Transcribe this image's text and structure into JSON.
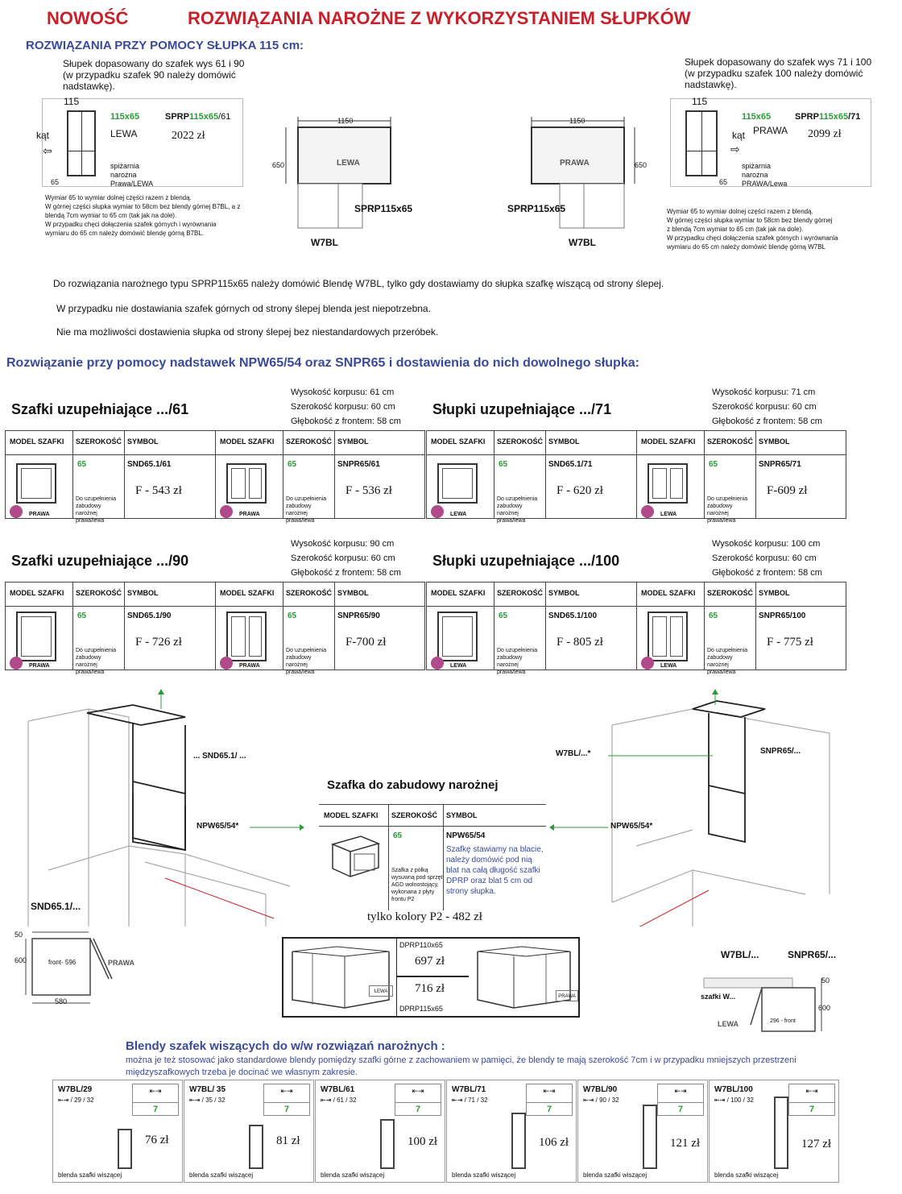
{
  "header": {
    "nowosc": "NOWOŚĆ",
    "title": "ROZWIĄZANIA NAROŻNE Z WYKORZYSTANIEM SŁUPKÓW"
  },
  "section1": {
    "title": "ROZWIĄZANIA PRZY POMOCY SŁUPKA 115 cm:",
    "left_desc": "Słupek dopasowany do szafek wys 61 i 90 (w przypadku szafek 90 należy domówić nadstawkę).",
    "right_desc": "Słupek dopasowany do szafek wys 71 i 100 (w przypadku szafek 100 należy domówić nadstawkę).",
    "left_card": {
      "dim_top": "115",
      "dim_bottom": "65",
      "kat": "kąt",
      "width": "115x65",
      "symbol_a": "SPRP",
      "symbol_b": "115x65",
      "symbol_c": "/61",
      "side": "LEWA",
      "price": "2022 zł",
      "desc": "spiżarnia narożna Prawa/LEWA"
    },
    "right_card": {
      "dim_top": "115",
      "dim_bottom": "65",
      "kat": "kąt",
      "width": "115x65",
      "symbol_a": "SPRP",
      "symbol_b": "115x65",
      "symbol_c": "/71",
      "side": "PRAWA",
      "price": "2099 zł",
      "desc": "spiżarnia narożna PRAWA/Lewa"
    },
    "left_notes": [
      "Wymiar 65 to wymiar dolnej części razem z blendą.",
      "W górnej części słupka wymiar to 58cm bez blendy górnej B7BL, a z",
      "blendą 7cm wymiar to 65 cm (tak jak na dole).",
      "W przypadku chęci dołączenia szafek górnych i wyrównania",
      "wymiaru do 65 cm należy domówić blendę górną B7BL."
    ],
    "right_notes": [
      "Wymiar 65 to wymiar dolnej części razem z blendą.",
      "W górnej części słupka wymiar to 58cm bez blendy górnej",
      "z blendą 7cm wymiar to 65 cm (tak jak na dole).",
      "W przypadku chęci dołączenia szafek górnych i wyrównania",
      "wymiaru do 65 cm należy domówić blendę górną W7BL"
    ],
    "plan_left": {
      "width": "1150",
      "depth": "650",
      "label": "LEWA",
      "code": "SPRP115x65",
      "blend": "W7BL"
    },
    "plan_right": {
      "width": "1150",
      "depth": "650",
      "label": "PRAWA",
      "code": "SPRP115x65",
      "blend": "W7BL"
    },
    "info": [
      "Do rozwiązania narożnego typu SPRP115x65 należy domówić Blendę W7BL, tylko gdy dostawiamy do słupka szafkę wiszącą od strony ślepej.",
      "W przypadku nie dostawiania szafek górnych od strony ślepej blenda jest niepotrzebna.",
      "Nie ma możliwości dostawienia słupka od strony ślepej bez niestandardowych przeróbek."
    ]
  },
  "section2": {
    "title": "Rozwiązanie przy pomocy nadstawek NPW65/54 oraz SNPR65 i dostawienia do nich dowolnego słupka:",
    "col_model": "MODEL SZAFKI",
    "col_width": "SZEROKOŚĆ",
    "col_symbol": "SYMBOL",
    "desc": "Do uzupełnienia zabudowy narożnej prawa/lewa",
    "groups": [
      {
        "title": "Szafki uzupełniające .../61",
        "specs": [
          "Wysokość korpusu: 61 cm",
          "Szerokość korpusu: 60 cm",
          "Głębokość z frontem: 58 cm"
        ],
        "items": [
          {
            "width": "65",
            "symbol": "SND65.1/61",
            "price": "F - 543 zł",
            "side": "PRAWA"
          },
          {
            "width": "65",
            "symbol": "SNPR65/61",
            "price": "F - 536 zł",
            "side": "PRAWA"
          }
        ]
      },
      {
        "title": "Słupki uzupełniające .../71",
        "specs": [
          "Wysokość korpusu: 71 cm",
          "Szerokość korpusu: 60 cm",
          "Głębokość z frontem: 58 cm"
        ],
        "items": [
          {
            "width": "65",
            "symbol": "SND65.1/71",
            "price": "F - 620 zł",
            "side": "LEWA"
          },
          {
            "width": "65",
            "symbol": "SNPR65/71",
            "price": "F-609 zł",
            "side": "LEWA"
          }
        ]
      },
      {
        "title": "Szafki uzupełniające .../90",
        "specs": [
          "Wysokość korpusu: 90 cm",
          "Szerokość korpusu: 60 cm",
          "Głębokość z frontem: 58 cm"
        ],
        "items": [
          {
            "width": "65",
            "symbol": "SND65.1/90",
            "price": "F - 726 zł",
            "side": "PRAWA"
          },
          {
            "width": "65",
            "symbol": "SNPR65/90",
            "price": "F-700 zł",
            "side": "PRAWA"
          }
        ]
      },
      {
        "title": "Słupki uzupełniające .../100",
        "specs": [
          "Wysokość korpusu: 100 cm",
          "Szerokość korpusu: 60 cm",
          "Głębokość z frontem: 58 cm"
        ],
        "items": [
          {
            "width": "65",
            "symbol": "SND65.1/100",
            "price": "F - 805 zł",
            "side": "LEWA"
          },
          {
            "width": "65",
            "symbol": "SNPR65/100",
            "price": "F - 775 zł",
            "side": "LEWA"
          }
        ]
      }
    ]
  },
  "section3": {
    "label_snd": "... SND65.1/ ...",
    "label_npw_left": "NPW65/54*",
    "label_npw_right": "NPW65/54*",
    "label_w7bl": "W7BL/...*",
    "label_snpr": "SNPR65/...",
    "center": {
      "title": "Szafka do zabudowy narożnej",
      "col_model": "MODEL SZAFKI",
      "col_width": "SZEROKOŚĆ",
      "col_symbol": "SYMBOL",
      "width": "65",
      "symbol": "NPW65/54",
      "note": "Szafkę stawiamy na blacie, należy domówić pod nią blat na całą długość szafki DPRP oraz blat 5 cm od strony słupka.",
      "desc": "Szafka z półką wysuwną pod sprzęt AGD wolnostojący, wykonana z płyty frontu P2",
      "price": "tylko kolory P2 - 482 zł"
    },
    "left_plan": {
      "code": "SND65.1/...",
      "d50": "50",
      "d600": "600",
      "front": "front- 596",
      "d580": "580",
      "side": "PRAWA"
    },
    "right_plan": {
      "code_a": "W7BL/...",
      "code_b": "SNPR65/...",
      "d50": "50",
      "d600": "600",
      "front": "296 - front",
      "label": "szafki W...",
      "side": "LEWA"
    },
    "dprp": {
      "code_a": "DPRP110x65",
      "price_a": "697 zł",
      "price_b": "716 zł",
      "code_b": "DPRP115x65",
      "tag_left": "LEWA",
      "tag_right": "PRAWA"
    }
  },
  "section4": {
    "title": "Blendy szafek wiszących do w/w rozwiązań narożnych :",
    "subtitle": "można je też stosować jako standardowe blendy pomiędzy szafki górne z zachowaniem w pamięci, że blendy te mają szerokość 7cm i w przypadku mniejszych przestrzeni międzyszafkowych trzeba je docinać we własnym zakresie.",
    "width_icon": "⇤⇥",
    "width_value": "7",
    "item_label": "blenda szafki wiszącej",
    "items": [
      {
        "code": "W7BL/29",
        "dims": "⇤⇥ / 29 / 32",
        "price": "76 zł"
      },
      {
        "code": "W7BL/ 35",
        "dims": "⇤⇥ / 35 / 32",
        "price": "81 zł"
      },
      {
        "code": "W7BL/61",
        "dims": "⇤⇥ / 61 / 32",
        "price": "100 zł"
      },
      {
        "code": "W7BL/71",
        "dims": "⇤⇥ / 71 / 32",
        "price": "106 zł"
      },
      {
        "code": "W7BL/90",
        "dims": "⇤⇥ / 90 / 32",
        "price": "121 zł"
      },
      {
        "code": "W7BL/100",
        "dims": "⇤⇥ / 100 / 32",
        "price": "127 zł"
      }
    ]
  }
}
